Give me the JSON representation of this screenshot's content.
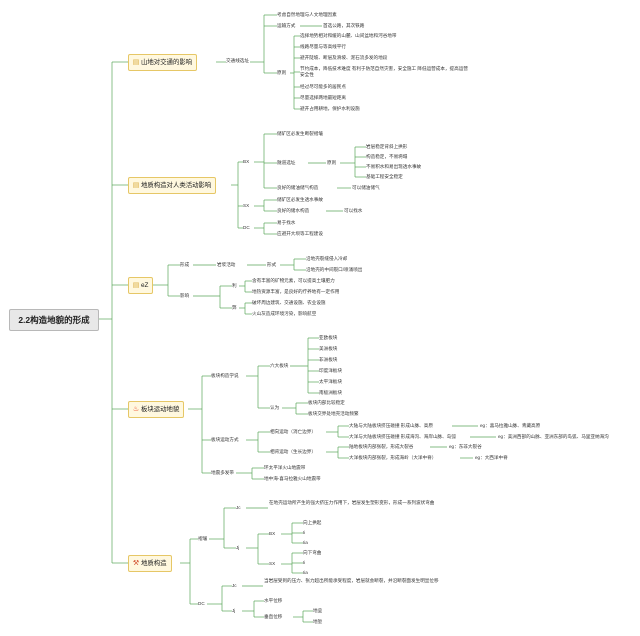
{
  "root": "2.2构造地貌的形成",
  "topics": {
    "t1": {
      "icon": "memo-icon",
      "label": "山地对交通的影响"
    },
    "t2": {
      "icon": "memo-icon",
      "label": "地质构造对人类活动影响"
    },
    "t3": {
      "icon": "memo-icon",
      "label": "eZ"
    },
    "t4": {
      "icon": "fire-icon",
      "label": "板块运动地貌"
    },
    "t5": {
      "icon": "hammer-pick-icon",
      "label": "地质构造"
    }
  },
  "n": {
    "jtxz": "交通线选址",
    "kaolv": "考虑自然地理与人文地理因素",
    "bufs": "运输方式",
    "bufs_v": "首选公路，其次铁路",
    "yuanze": "原则",
    "r1": "选择地势相对和缓的山麓、山间盆地和河谷地带",
    "r2": "线路尽量与等高线平行",
    "r3": "避开陡坡、断层及滑坡、泥石流多发的地段",
    "r4": "节约成本，降低技术难度 有利于防范自然灾害，安全施工 降低运营成本，提高运营安全性",
    "r5": "经过尽可能多的居民点",
    "r6": "尽量选择两地最短距离",
    "r7": "避开占用耕地，保护水利设施",
    "bx": "BX",
    "bx1": "储矿区必发生断裂褶皱",
    "sdxz": "隧道选址",
    "yuanze2": "原则",
    "s1": "岩层稳定背斜上拱形",
    "s2": "构造稳定，不易坍塌",
    "s3": "不易积水和易出现透水事故",
    "s4": "基础工程安全稳定",
    "bx2": "良好的储油储气构造",
    "bx2v": "可以储油储气",
    "sx": "SX",
    "sx1": "储矿区必发生透水事故",
    "sx2": "良好的储水构造",
    "sx2v": "可以找水",
    "dc": "DC",
    "dc1": "易于找水",
    "dc2": "应避开大坝等工程建设",
    "cheng": "形成",
    "hsyd": "岩浆活动",
    "xingcheng": "形式",
    "hs1": "沿地壳裂缝侵入冷却",
    "hs2": "沿地壳的中间裂口/喷涌喷出",
    "yingxiang": "影响",
    "li": "利",
    "li1": "含有丰富的矿物元素，可以提高土壤肥力",
    "li2": "地热资源丰富，是良好的疗养地有一定作用",
    "bi": "弊",
    "bi1": "破坏周边建筑、交通设施、农业设施",
    "bi2": "火山灰造成环境污染，影响航空",
    "bkgz": "板块构造学说",
    "liuda": "六大板块",
    "b1": "亚欧板块",
    "b2": "美洲板块",
    "b3": "非洲板块",
    "b4": "印度洋板块",
    "b5": "太平洋板块",
    "b6": "南极洲板块",
    "renwei": "认为",
    "rw1": "板块内部比较稳定",
    "rw2": "板块交界处地壳活动频繁",
    "bkyd": "板块运动方式",
    "xxyd": "相向运动（消亡边界）",
    "x1": "大陆与大陆板块挤压碰撞 形成山脉、高原",
    "x1eg": "eg：喜马拉雅山脉、青藏高原",
    "x2": "大洋与大陆板块挤压碰撞 形成海沟、海岸山脉、岛弧",
    "x2eg": "eg：美洲西部的山脉、亚洲东部的岛弧、马里亚纳海沟",
    "xbyd": "相背运动（生长边界）",
    "y1": "陆地板块内部张裂，形成大裂谷",
    "y1eg": "eg：东非大裂谷",
    "y2": "大洋板块内部张裂，形成海岭（大洋中脊）",
    "y2eg": "eg：大西洋中脊",
    "dzdfd": "地震多发带",
    "d1": "环太平洋火山地震带",
    "d2": "地中海-喜马拉雅火山地震带",
    "zhequ": "褶皱",
    "jc": "Jc",
    "jcdef": "在地壳运动所产生的强大挤压力作用下，岩层发生塑形变形，形成一系列波状弯曲",
    "jj": "Jj",
    "bxk": "BX",
    "bx_a": "向上拱起",
    "bx_b": "Ii",
    "bx_c": "Iia",
    "sxk": "SX",
    "sx_a": "向下弯曲",
    "sx_b": "Ii",
    "sx_c": "Iia",
    "dc_k": "DC",
    "dk": "Jc",
    "dkdef": "当岩层受到的压力、张力超出所能承受程度，岩层就会断裂，并沿断裂面发生明显位移",
    "dj": "Jj",
    "dj1": "水平位移",
    "dj2": "垂直位移",
    "dj2a": "地垒",
    "dj2b": "地堑"
  }
}
